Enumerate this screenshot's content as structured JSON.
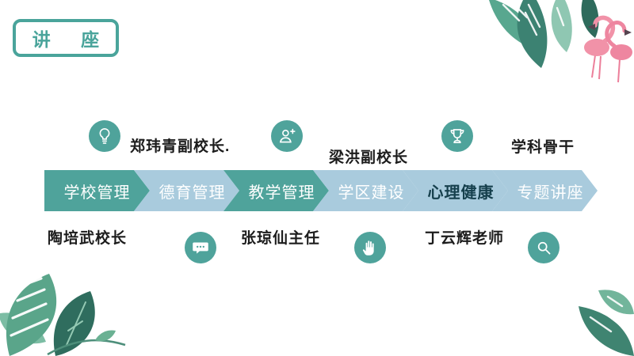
{
  "slide_title": {
    "text": "讲 座"
  },
  "flow": {
    "steps": [
      {
        "label": "学校管理",
        "color": "#4FA39B",
        "text_color": "#ffffff"
      },
      {
        "label": "德育管理",
        "color": "#A9CBDD",
        "text_color": "#ffffff"
      },
      {
        "label": "教学管理",
        "color": "#4FA39B",
        "text_color": "#ffffff"
      },
      {
        "label": "学区建设",
        "color": "#A9CBDD",
        "text_color": "#ffffff"
      },
      {
        "label": "心理健康",
        "color": "#A9CBDD",
        "text_color": "#16404d"
      },
      {
        "label": "专题讲座",
        "color": "#A9CBDD",
        "text_color": "#ffffff"
      }
    ],
    "annotations_top": [
      {
        "icon": "lightbulb",
        "name": "郑玮青副校长."
      },
      {
        "icon": "add-person",
        "name": "梁洪副校长"
      },
      {
        "icon": "trophy",
        "name": "学科骨干"
      }
    ],
    "annotations_bottom": [
      {
        "icon": "speech-bubble",
        "name": "陶培武校长"
      },
      {
        "icon": "raised-hand",
        "name": "张琼仙主任"
      },
      {
        "icon": "magnifier",
        "name": "丁云辉老师"
      }
    ]
  },
  "colors": {
    "teal": "#4FA39B",
    "light_blue": "#A9CBDD",
    "dark_step_text": "#16404d",
    "title_accent": "#4aa49b",
    "name_text": "#1c1c1c",
    "flamingo_pink": "#F192A8",
    "leaf_dark": "#2e6b5c",
    "leaf_mid": "#4f9b82",
    "leaf_light": "#8fc7b2"
  }
}
